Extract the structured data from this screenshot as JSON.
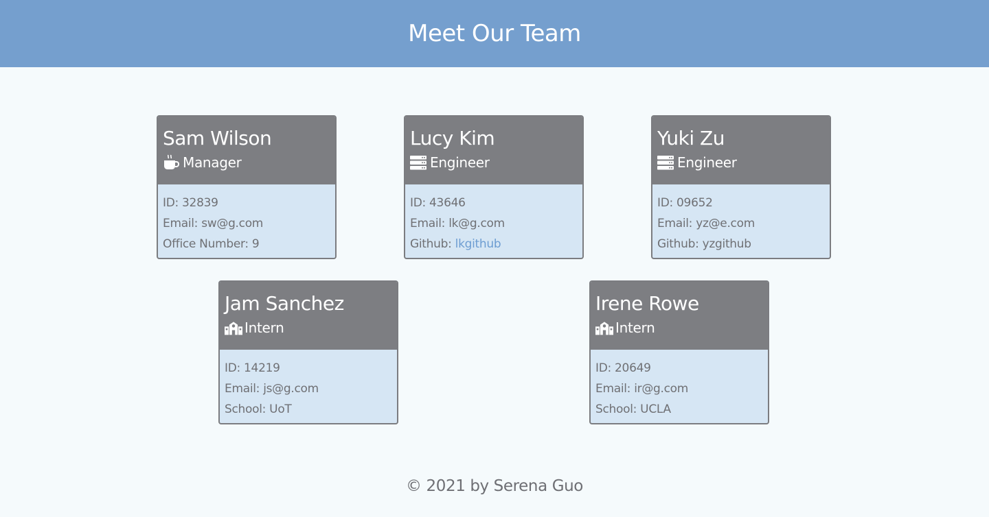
{
  "header": {
    "title": "Meet Our Team"
  },
  "employees": [
    {
      "name": "Sam Wilson",
      "role": "Manager",
      "icon": "coffee-icon",
      "id_line": "ID: 32839",
      "email_label": "Email: ",
      "email": "sw@g.com",
      "extra_label": "Office Number: ",
      "extra_value": "9"
    },
    {
      "name": "Lucy Kim",
      "role": "Engineer",
      "icon": "server-icon",
      "id_line": "ID: 43646",
      "email_label": "Email: ",
      "email": "lk@g.com",
      "extra_label": "Github: ",
      "extra_value": "lkgithub"
    },
    {
      "name": "Yuki Zu",
      "role": "Engineer",
      "icon": "server-icon",
      "id_line": "ID: 09652",
      "email_label": "Email: ",
      "email": "yz@e.com",
      "extra_label": "Github: ",
      "extra_value": "yzgithub"
    },
    {
      "name": "Jam Sanchez",
      "role": "Intern",
      "icon": "school-icon",
      "id_line": "ID: 14219",
      "email_label": "Email: ",
      "email": "js@g.com",
      "extra_label": "School: ",
      "extra_value": "UoT"
    },
    {
      "name": "Irene Rowe",
      "role": "Intern",
      "icon": "school-icon",
      "id_line": "ID: 20649",
      "email_label": "Email: ",
      "email": "ir@g.com",
      "extra_label": "School: ",
      "extra_value": "UCLA"
    }
  ],
  "footer": {
    "text": "© 2021 by Serena Guo"
  },
  "colors": {
    "header_bg": "#759fce",
    "card_head_bg": "#7d7e82",
    "card_body_bg": "#d6e6f4",
    "link": "#6d9dd2"
  }
}
